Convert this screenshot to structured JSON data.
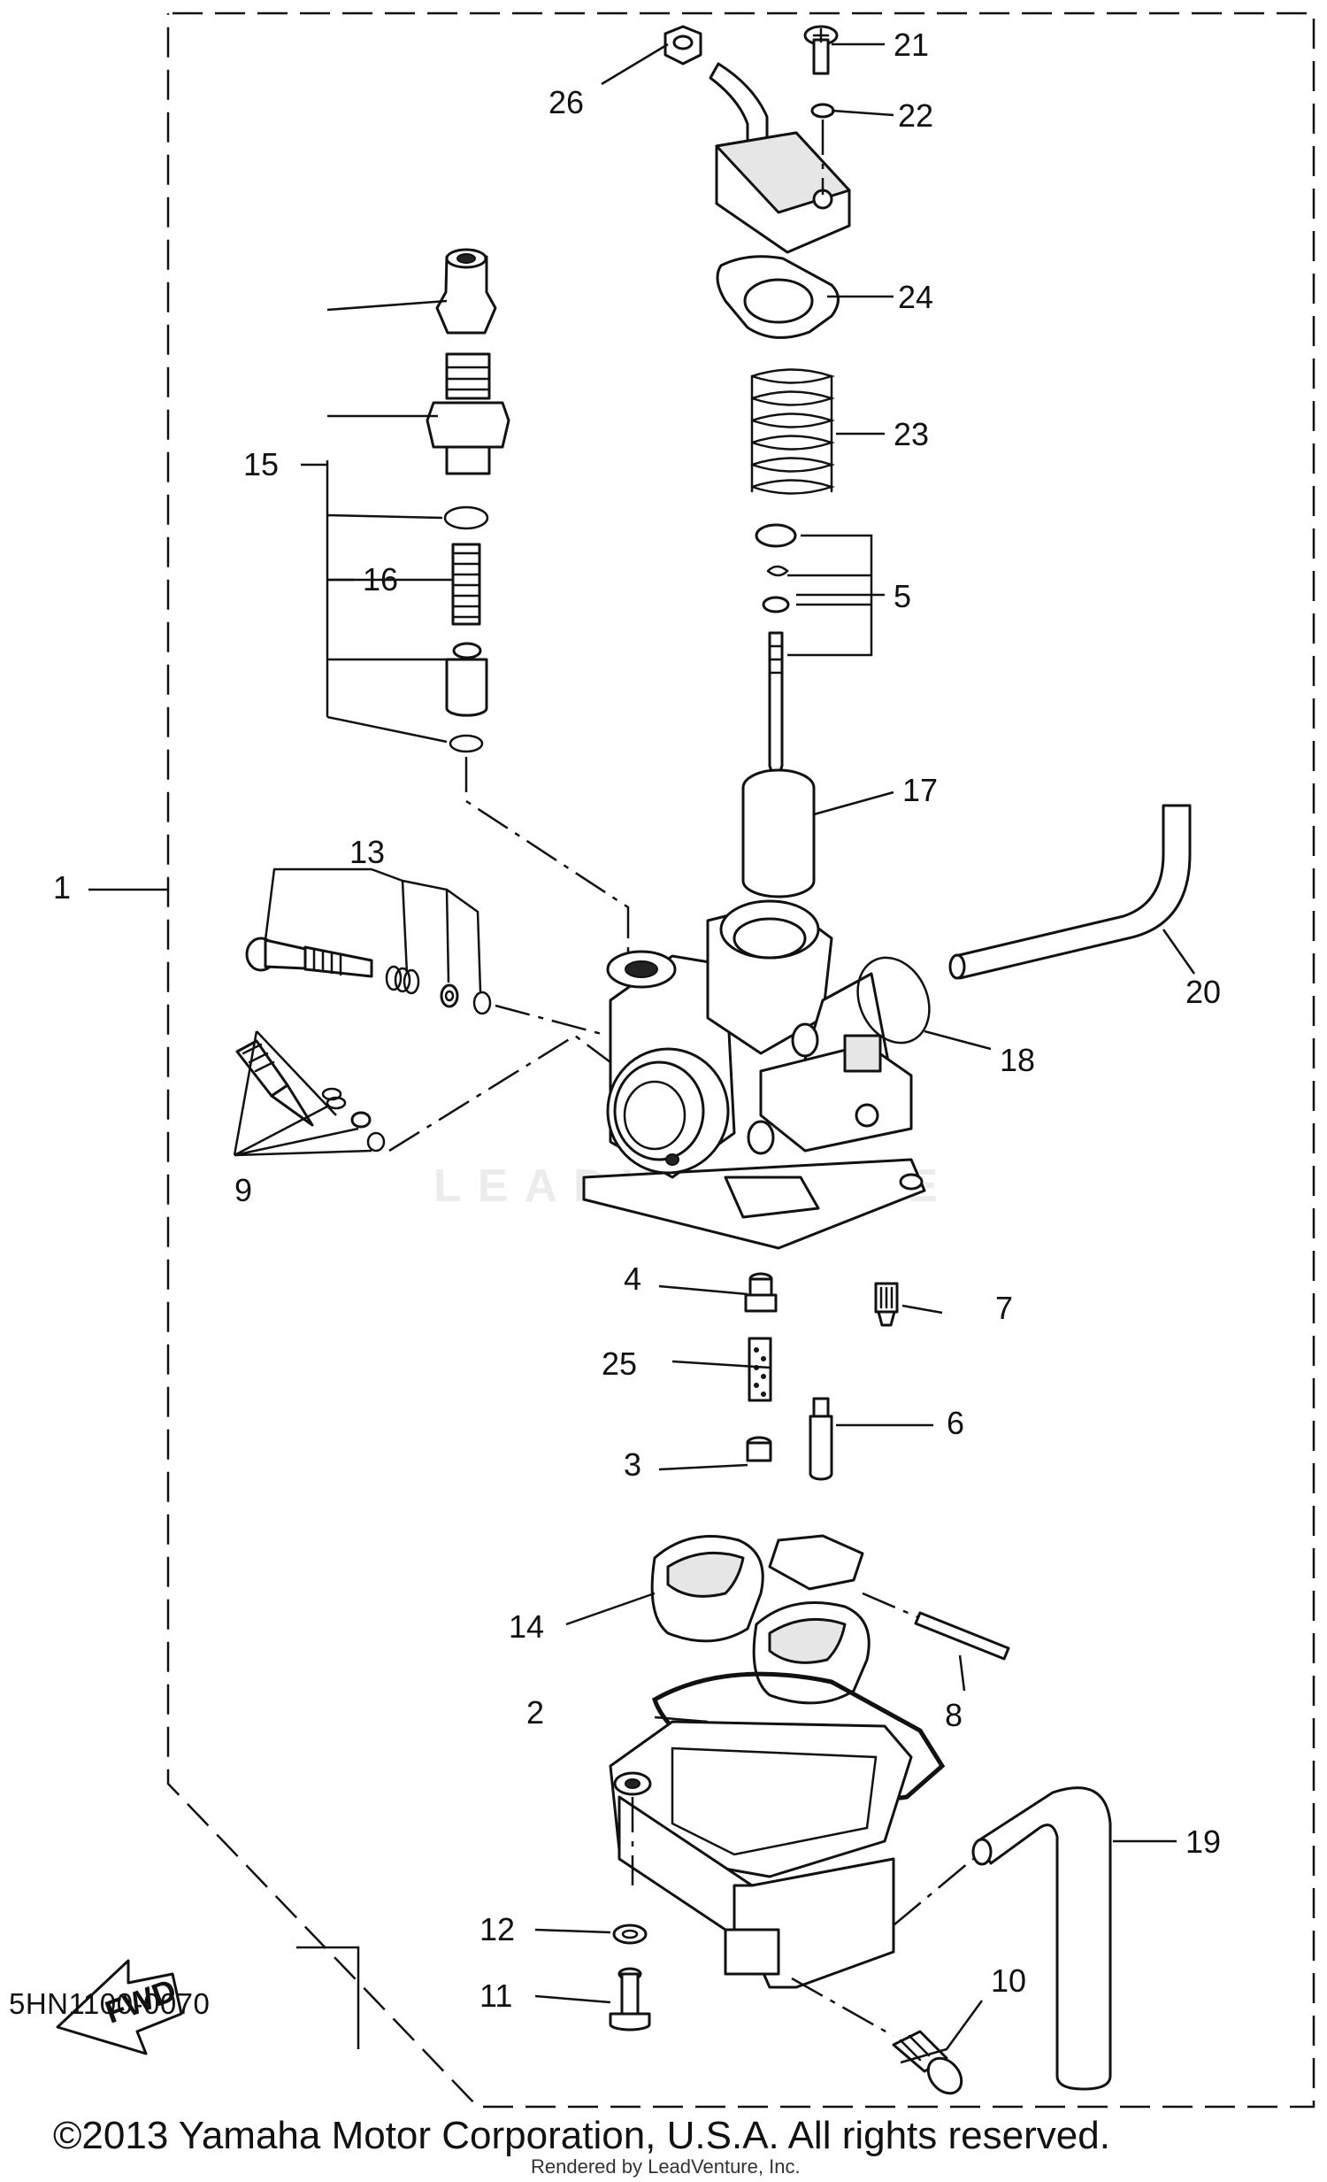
{
  "diagram_code": "5HN1100-0070",
  "copyright": "©2013 Yamaha Motor Corporation, U.S.A. All rights reserved.",
  "rendered_by": "Rendered by LeadVenture, Inc.",
  "watermark": "LEADVENTURE",
  "fwd_label": "FWD",
  "callouts": [
    "1",
    "2",
    "3",
    "4",
    "5",
    "6",
    "7",
    "8",
    "9",
    "10",
    "11",
    "12",
    "13",
    "14",
    "15",
    "16",
    "17",
    "18",
    "19",
    "20",
    "21",
    "22",
    "23",
    "24",
    "25",
    "26"
  ]
}
